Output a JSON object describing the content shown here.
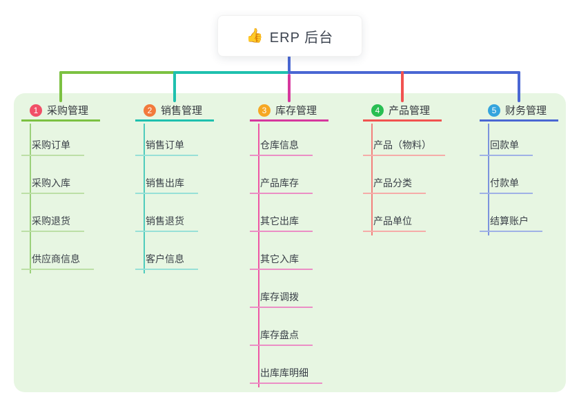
{
  "root": {
    "emoji": "👍",
    "label": "ERP 后台"
  },
  "colors": {
    "panel_background": "#e7f6e2",
    "page_background": "#ffffff",
    "root_stem": "#4a67d3",
    "text_dark": "#3d4450",
    "child_text": "#3a4048"
  },
  "branches": [
    {
      "number": "1",
      "label": "采购管理",
      "badge_color": "#f14f67",
      "line_color": "#7cc142",
      "trunk_color": "#9bd07a",
      "child_line_color": "#bcdfa6",
      "children": [
        "采购订单",
        "采购入库",
        "采购退货",
        "供应商信息"
      ]
    },
    {
      "number": "2",
      "label": "销售管理",
      "badge_color": "#f27a3c",
      "line_color": "#1fc0ae",
      "trunk_color": "#4ecbbc",
      "child_line_color": "#97e0d7",
      "children": [
        "销售订单",
        "销售出库",
        "销售退货",
        "客户信息"
      ]
    },
    {
      "number": "3",
      "label": "库存管理",
      "badge_color": "#f6a723",
      "line_color": "#d6389e",
      "trunk_color": "#ee56a5",
      "child_line_color": "#eb8ec5",
      "children": [
        "仓库信息",
        "产品库存",
        "其它出库",
        "其它入库",
        "库存调拨",
        "库存盘点",
        "出库库明细"
      ]
    },
    {
      "number": "4",
      "label": "产品管理",
      "badge_color": "#28be52",
      "line_color": "#f15250",
      "trunk_color": "#f3807d",
      "child_line_color": "#f6aba8",
      "children": [
        "产品（物料）",
        "产品分类",
        "产品单位"
      ]
    },
    {
      "number": "5",
      "label": "财务管理",
      "badge_color": "#34a4dd",
      "line_color": "#4a67d3",
      "trunk_color": "#7b93dd",
      "child_line_color": "#9fb1e6",
      "children": [
        "回款单",
        "付款单",
        "结算账户"
      ]
    }
  ]
}
